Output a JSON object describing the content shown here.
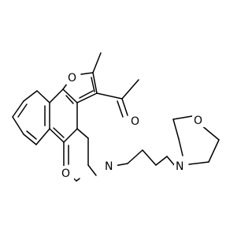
{
  "molecule": {
    "atoms": {
      "furan_o": "O",
      "carbonyl_o": "O",
      "oxazine_o": "O",
      "oxazine_n": "N",
      "morpholine_n": "N",
      "morpholine_o": "O"
    }
  }
}
